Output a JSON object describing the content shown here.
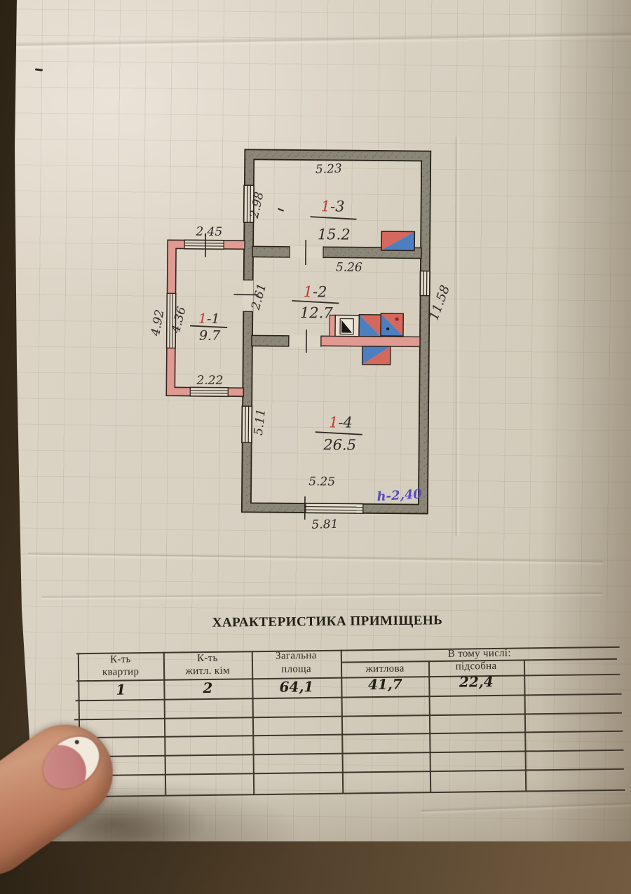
{
  "colors": {
    "paper": "#d8d1c2",
    "wood": "#4a3a26",
    "wall_gray": "#8b8677",
    "wall_pink": "#e19a92",
    "stove_red": "#d5685c",
    "stove_blue": "#4d7fc0",
    "ink_purple": "#5a4bc2",
    "digit_red": "#c03a2e",
    "pencil": "#2e2a24"
  },
  "plan": {
    "rooms": [
      {
        "num_red": "1",
        "num_suffix": "-1",
        "area": "9.7"
      },
      {
        "num_red": "1",
        "num_suffix": "-2",
        "area": "12.7"
      },
      {
        "num_red": "1",
        "num_suffix": "-3",
        "area": "15.2"
      },
      {
        "num_red": "1",
        "num_suffix": "-4",
        "area": "26.5"
      }
    ],
    "dimensions": {
      "top_1_3": "5.23",
      "left_1_3": "2.98",
      "top_1_2": "5.26",
      "left_1_2": "2.61",
      "right_main": "11.58",
      "left_1_4": "5.11",
      "bottom_inner": "5.25",
      "bottom_outer": "5.81",
      "annex_top": "2.45",
      "annex_left_outer": "4.92",
      "annex_left_inner": "4.36",
      "annex_bottom": "2.22"
    },
    "height_note": "h-2,40"
  },
  "table": {
    "title": "ХАРАКТЕРИСТИКА ПРИМІЩЕНЬ",
    "headers": {
      "col1_line1": "К-ть",
      "col1_line2": "квартир",
      "col2_line1": "К-ть",
      "col2_line2": "житл. кім",
      "col3_line1": "Загальна",
      "col3_line2": "площа",
      "group": "В тому числі:",
      "col4": "житлова",
      "col5": "підсобна"
    },
    "values": [
      "1",
      "2",
      "64,1",
      "41,7",
      "22,4"
    ]
  }
}
